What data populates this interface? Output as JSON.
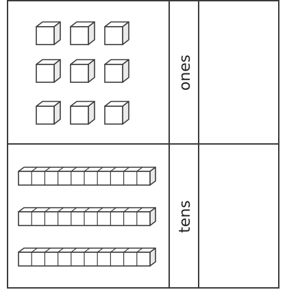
{
  "colors": {
    "line": "#3a3a3a",
    "block_fill": "#ffffff",
    "block_shade": "#eaeaea",
    "background": "#ffffff"
  },
  "rows": [
    {
      "key": "ones",
      "label": "ones",
      "block_type": "unit-cube",
      "groups": 9
    },
    {
      "key": "tens",
      "label": "tens",
      "block_type": "ten-rod",
      "groups": 3,
      "units_per_group": 10
    }
  ]
}
